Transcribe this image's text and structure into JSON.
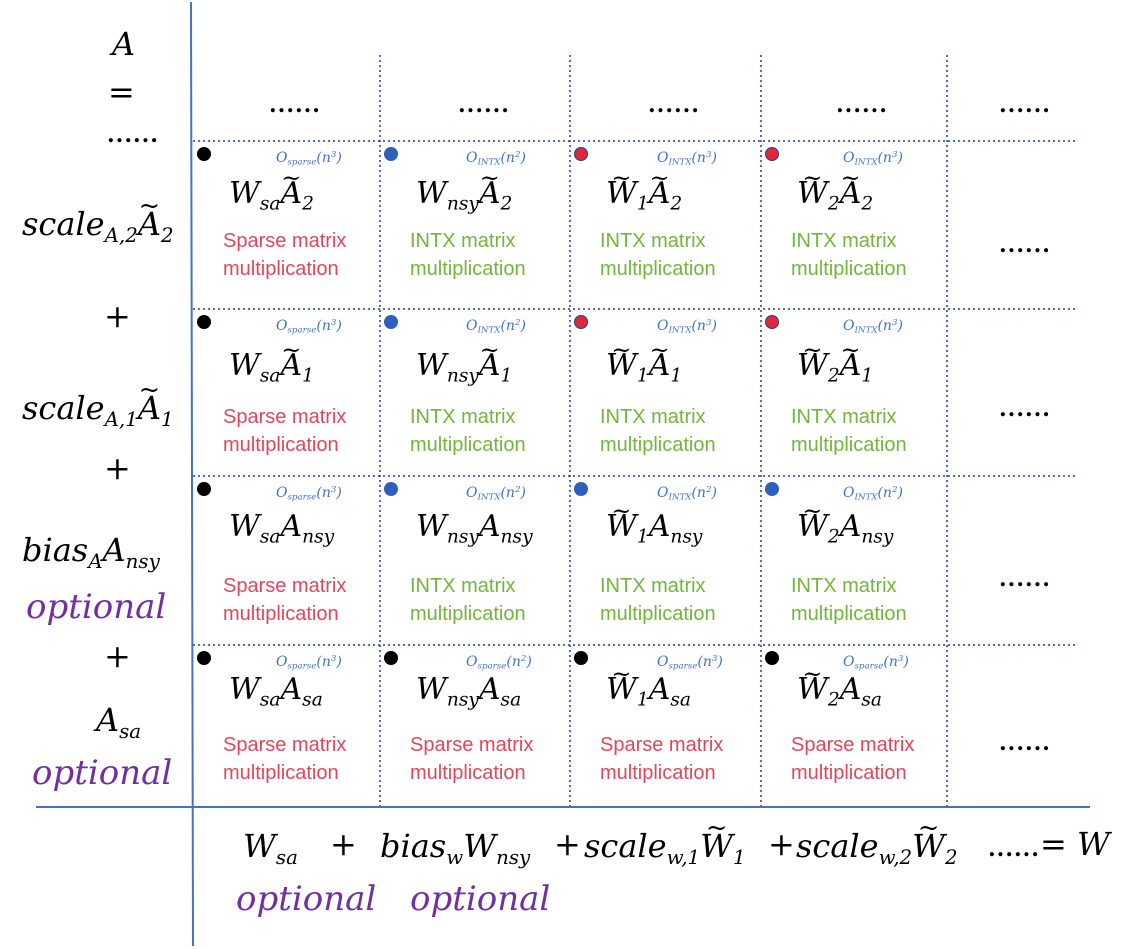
{
  "left_column": {
    "a_label": "A",
    "equals": "=",
    "top_dots": "......",
    "plus": "+",
    "scale_a2": {
      "base": "scale",
      "sub": "A,2",
      "var": "A",
      "var_sub": "2"
    },
    "scale_a1": {
      "base": "scale",
      "sub": "A,1",
      "var": "A",
      "var_sub": "1"
    },
    "bias_a": {
      "base": "bias",
      "sub": "A",
      "var": "A",
      "var_sub": "nsy"
    },
    "a_sa": {
      "var": "A",
      "var_sub": "sa"
    },
    "optional": "optional"
  },
  "grid_dots": "......",
  "rows": [
    {
      "cells": [
        {
          "w": "W",
          "w_sub": "sa",
          "w_tilde": false,
          "a": "A",
          "a_sub": "2",
          "a_tilde": true,
          "label1": "Sparse matrix",
          "label2": "multiplication",
          "kind": "sparse",
          "cx": "O",
          "cx_sub": "sparse",
          "cx_arg": "(n",
          "cx_exp": "3",
          "cx_close": ")",
          "dot": "black"
        },
        {
          "w": "W",
          "w_sub": "nsy",
          "w_tilde": false,
          "a": "A",
          "a_sub": "2",
          "a_tilde": true,
          "label1": "INTX matrix",
          "label2": "multiplication",
          "kind": "intx",
          "cx": "O",
          "cx_sub": "INTX",
          "cx_arg": "(n",
          "cx_exp": "2",
          "cx_close": ")",
          "dot": "blue"
        },
        {
          "w": "W",
          "w_sub": "1",
          "w_tilde": true,
          "a": "A",
          "a_sub": "2",
          "a_tilde": true,
          "label1": "INTX matrix",
          "label2": "multiplication",
          "kind": "intx",
          "cx": "O",
          "cx_sub": "INTX",
          "cx_arg": "(n",
          "cx_exp": "3",
          "cx_close": ")",
          "dot": "red"
        },
        {
          "w": "W",
          "w_sub": "2",
          "w_tilde": true,
          "a": "A",
          "a_sub": "2",
          "a_tilde": true,
          "label1": "INTX matrix",
          "label2": "multiplication",
          "kind": "intx",
          "cx": "O",
          "cx_sub": "INTX",
          "cx_arg": "(n",
          "cx_exp": "3",
          "cx_close": ")",
          "dot": "red"
        }
      ]
    },
    {
      "cells": [
        {
          "w": "W",
          "w_sub": "sa",
          "w_tilde": false,
          "a": "A",
          "a_sub": "1",
          "a_tilde": true,
          "label1": "Sparse matrix",
          "label2": "multiplication",
          "kind": "sparse",
          "cx": "O",
          "cx_sub": "sparse",
          "cx_arg": "(n",
          "cx_exp": "3",
          "cx_close": ")",
          "dot": "black"
        },
        {
          "w": "W",
          "w_sub": "nsy",
          "w_tilde": false,
          "a": "A",
          "a_sub": "1",
          "a_tilde": true,
          "label1": "INTX matrix",
          "label2": "multiplication",
          "kind": "intx",
          "cx": "O",
          "cx_sub": "INTX",
          "cx_arg": "(n",
          "cx_exp": "2",
          "cx_close": ")",
          "dot": "blue"
        },
        {
          "w": "W",
          "w_sub": "1",
          "w_tilde": true,
          "a": "A",
          "a_sub": "1",
          "a_tilde": true,
          "label1": "INTX matrix",
          "label2": "multiplication",
          "kind": "intx",
          "cx": "O",
          "cx_sub": "INTX",
          "cx_arg": "(n",
          "cx_exp": "3",
          "cx_close": ")",
          "dot": "red"
        },
        {
          "w": "W",
          "w_sub": "2",
          "w_tilde": true,
          "a": "A",
          "a_sub": "1",
          "a_tilde": true,
          "label1": "INTX matrix",
          "label2": "multiplication",
          "kind": "intx",
          "cx": "O",
          "cx_sub": "INTX",
          "cx_arg": "(n",
          "cx_exp": "3",
          "cx_close": ")",
          "dot": "red"
        }
      ]
    },
    {
      "cells": [
        {
          "w": "W",
          "w_sub": "sa",
          "w_tilde": false,
          "a": "A",
          "a_sub": "nsy",
          "a_tilde": false,
          "label1": "Sparse matrix",
          "label2": "multiplication",
          "kind": "sparse",
          "cx": "O",
          "cx_sub": "sparse",
          "cx_arg": "(n",
          "cx_exp": "3",
          "cx_close": ")",
          "dot": "black"
        },
        {
          "w": "W",
          "w_sub": "nsy",
          "w_tilde": false,
          "a": "A",
          "a_sub": "nsy",
          "a_tilde": false,
          "label1": "INTX matrix",
          "label2": "multiplication",
          "kind": "intx",
          "cx": "O",
          "cx_sub": "INTX",
          "cx_arg": "(n",
          "cx_exp": "2",
          "cx_close": ")",
          "dot": "blue"
        },
        {
          "w": "W",
          "w_sub": "1",
          "w_tilde": true,
          "a": "A",
          "a_sub": "nsy",
          "a_tilde": false,
          "label1": "INTX matrix",
          "label2": "multiplication",
          "kind": "intx",
          "cx": "O",
          "cx_sub": "INTX",
          "cx_arg": "(n",
          "cx_exp": "2",
          "cx_close": ")",
          "dot": "blue"
        },
        {
          "w": "W",
          "w_sub": "2",
          "w_tilde": true,
          "a": "A",
          "a_sub": "nsy",
          "a_tilde": false,
          "label1": "INTX matrix",
          "label2": "multiplication",
          "kind": "intx",
          "cx": "O",
          "cx_sub": "INTX",
          "cx_arg": "(n",
          "cx_exp": "2",
          "cx_close": ")",
          "dot": "blue"
        }
      ]
    },
    {
      "cells": [
        {
          "w": "W",
          "w_sub": "sa",
          "w_tilde": false,
          "a": "A",
          "a_sub": "sa",
          "a_tilde": false,
          "label1": "Sparse matrix",
          "label2": "multiplication",
          "kind": "sparse",
          "cx": "O",
          "cx_sub": "sparse",
          "cx_arg": "(n",
          "cx_exp": "3",
          "cx_close": ")",
          "dot": "black"
        },
        {
          "w": "W",
          "w_sub": "nsy",
          "w_tilde": false,
          "a": "A",
          "a_sub": "sa",
          "a_tilde": false,
          "label1": "Sparse matrix",
          "label2": "multiplication",
          "kind": "sparse",
          "cx": "O",
          "cx_sub": "sparse",
          "cx_arg": "(n",
          "cx_exp": "2",
          "cx_close": ")",
          "dot": "black"
        },
        {
          "w": "W",
          "w_sub": "1",
          "w_tilde": true,
          "a": "A",
          "a_sub": "sa",
          "a_tilde": false,
          "label1": "Sparse matrix",
          "label2": "multiplication",
          "kind": "sparse",
          "cx": "O",
          "cx_sub": "sparse",
          "cx_arg": "(n",
          "cx_exp": "3",
          "cx_close": ")",
          "dot": "black"
        },
        {
          "w": "W",
          "w_sub": "2",
          "w_tilde": true,
          "a": "A",
          "a_sub": "sa",
          "a_tilde": false,
          "label1": "Sparse matrix",
          "label2": "multiplication",
          "kind": "sparse",
          "cx": "O",
          "cx_sub": "sparse",
          "cx_arg": "(n",
          "cx_exp": "3",
          "cx_close": ")",
          "dot": "black"
        }
      ]
    }
  ],
  "bottom": {
    "w_sa": {
      "var": "W",
      "sub": "sa"
    },
    "plus": "+",
    "bias_w": {
      "base": "bias",
      "sub": "w",
      "var": "W",
      "var_sub": "nsy"
    },
    "scale_w1": {
      "base": "scale",
      "sub": "w,1",
      "var": "W",
      "var_sub": "1"
    },
    "scale_w2": {
      "base": "scale",
      "sub": "w,2",
      "var": "W",
      "var_sub": "2"
    },
    "dots": "......",
    "equals_w": "= W",
    "optional": "optional"
  },
  "colors": {
    "axis": "#4472c4",
    "grid": "#1f3f8f",
    "sparse_label": "#e0475c",
    "intx_label": "#73b53c",
    "complexity": "#4472c4",
    "optional": "#7030a0",
    "dot_black": "#000000",
    "dot_blue": "#2f5fbd",
    "dot_red": "#e0283c"
  }
}
